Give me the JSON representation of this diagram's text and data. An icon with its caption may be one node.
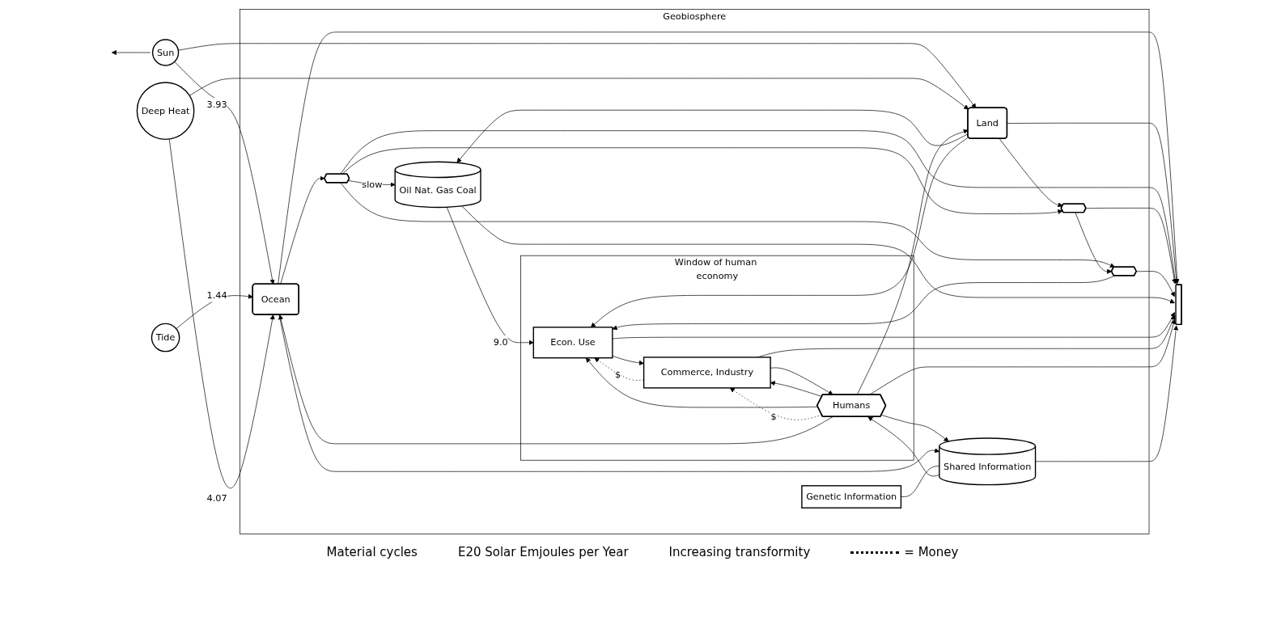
{
  "diagram": {
    "nodes": [
      {
        "text": [
          "Geobiosphere"
        ]
      },
      {
        "text": [
          "Sun"
        ]
      },
      {
        "text": [
          "Tide"
        ]
      },
      {
        "text": [
          "Deep Heat"
        ]
      },
      {
        "text": [
          "Ocean"
        ],
        "in": 0
      },
      {
        "text": [
          "Land"
        ],
        "in": 0
      },
      {
        "text": [],
        "shape": "hexagon",
        "in": 0
      },
      {
        "text": [],
        "shape": "hexagon",
        "in": 0
      },
      {
        "text": [],
        "shape": "hexagon",
        "in": 0
      },
      {
        "text": [
          "Oil Nat. Gas Coal"
        ],
        "in": 0
      },
      {
        "text": [
          "Window of human economy"
        ],
        "in": 0
      },
      {
        "text": [
          "Econ. Use"
        ],
        "in": 10
      },
      {
        "text": [
          "Commerce, Industry"
        ],
        "in": 10
      },
      {
        "text": [
          "Humans"
        ],
        "in": 10
      },
      {
        "text": [
          "Shared Information"
        ],
        "in": 0
      },
      {
        "text": [
          "Genetic Information"
        ],
        "in": 0
      },
      {
        "text": [],
        "shape": "ground"
      }
    ],
    "edges": [
      {
        "from": 1,
        "to": 4,
        "arrow": "to",
        "label": "3.93"
      },
      {
        "from": 1,
        "to": 5,
        "arrow": "to"
      },
      {
        "from": 1,
        "to": null,
        "arrow": "to"
      },
      {
        "from": 2,
        "to": 4,
        "arrow": "to",
        "label": "1.44"
      },
      {
        "from": 3,
        "to": 4,
        "arrow": "to",
        "label": "4.07"
      },
      {
        "from": 3,
        "to": 5,
        "arrow": "to"
      },
      {
        "from": 4,
        "to": 6,
        "arrow": "to"
      },
      {
        "from": 5,
        "to": 7,
        "arrow": "to"
      },
      {
        "from": 5,
        "to": 9,
        "arrow": "to"
      },
      {
        "from": 5,
        "to": 11,
        "arrow": "to"
      },
      {
        "from": 6,
        "to": 9,
        "arrow": "to",
        "label": "slow"
      },
      {
        "from": 6,
        "to": 7,
        "arrow": "to"
      },
      {
        "from": 6,
        "to": 8,
        "arrow": "to"
      },
      {
        "from": 7,
        "to": 8,
        "arrow": "to"
      },
      {
        "from": 8,
        "to": 11,
        "arrow": "to"
      },
      {
        "from": 9,
        "to": 11,
        "arrow": "to",
        "label": "9.0"
      },
      {
        "from": 11,
        "to": 12,
        "arrow": "to"
      },
      {
        "from": 12,
        "to": 13,
        "arrow": "to"
      },
      {
        "from": 13,
        "to": 14,
        "arrow": "to"
      },
      {
        "from": 14,
        "to": 13,
        "arrow": "to"
      },
      {
        "from": 13,
        "to": 12,
        "arrow": "to"
      },
      {
        "from": 13,
        "to": 11,
        "arrow": "to"
      },
      {
        "from": 13,
        "to": 12,
        "arrow": "to",
        "style": "dashed",
        "label": "$"
      },
      {
        "from": 12,
        "to": 11,
        "arrow": "to",
        "style": "dashed",
        "label": "$"
      },
      {
        "from": 13,
        "to": 4,
        "arrow": "to"
      },
      {
        "from": 13,
        "to": 5,
        "arrow": "to"
      },
      {
        "from": 4,
        "to": 14,
        "arrow": "to"
      },
      {
        "from": 15,
        "to": 14,
        "arrow": "none"
      },
      {
        "from": 4,
        "to": 16,
        "arrow": "to"
      },
      {
        "from": 5,
        "to": 16,
        "arrow": "to"
      },
      {
        "from": 6,
        "to": 16,
        "arrow": "to"
      },
      {
        "from": 7,
        "to": 16,
        "arrow": "to"
      },
      {
        "from": 8,
        "to": 16,
        "arrow": "to"
      },
      {
        "from": 9,
        "to": 16,
        "arrow": "to"
      },
      {
        "from": 11,
        "to": 16,
        "arrow": "to"
      },
      {
        "from": 12,
        "to": 16,
        "arrow": "to"
      },
      {
        "from": 13,
        "to": 16,
        "arrow": "to"
      },
      {
        "from": 14,
        "to": 16,
        "arrow": "to"
      }
    ],
    "labels": [
      "Material cycles",
      "E20 Solar Emjoules per Year",
      "Increasing transformity"
    ],
    "legend": [
      {
        "text": "= Money"
      }
    ]
  }
}
